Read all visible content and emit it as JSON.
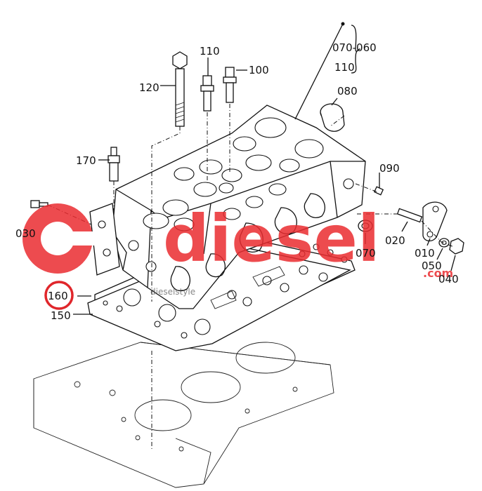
{
  "diagram": {
    "labels": {
      "p070_060": "070-060",
      "p110_range": "110",
      "p110": "110",
      "p100": "100",
      "p120": "120",
      "p080": "080",
      "p170": "170",
      "p090": "090",
      "p030": "030",
      "p020": "020",
      "p070": "070",
      "p010": "010",
      "p050": "050",
      "p040": "040",
      "p160": "160",
      "p150": "150"
    },
    "highlight_color": "#e0262b"
  },
  "watermark": {
    "brand": "diesel",
    "domain": ".com",
    "small_text": "dieselstyle",
    "color": "#ea2c30"
  }
}
